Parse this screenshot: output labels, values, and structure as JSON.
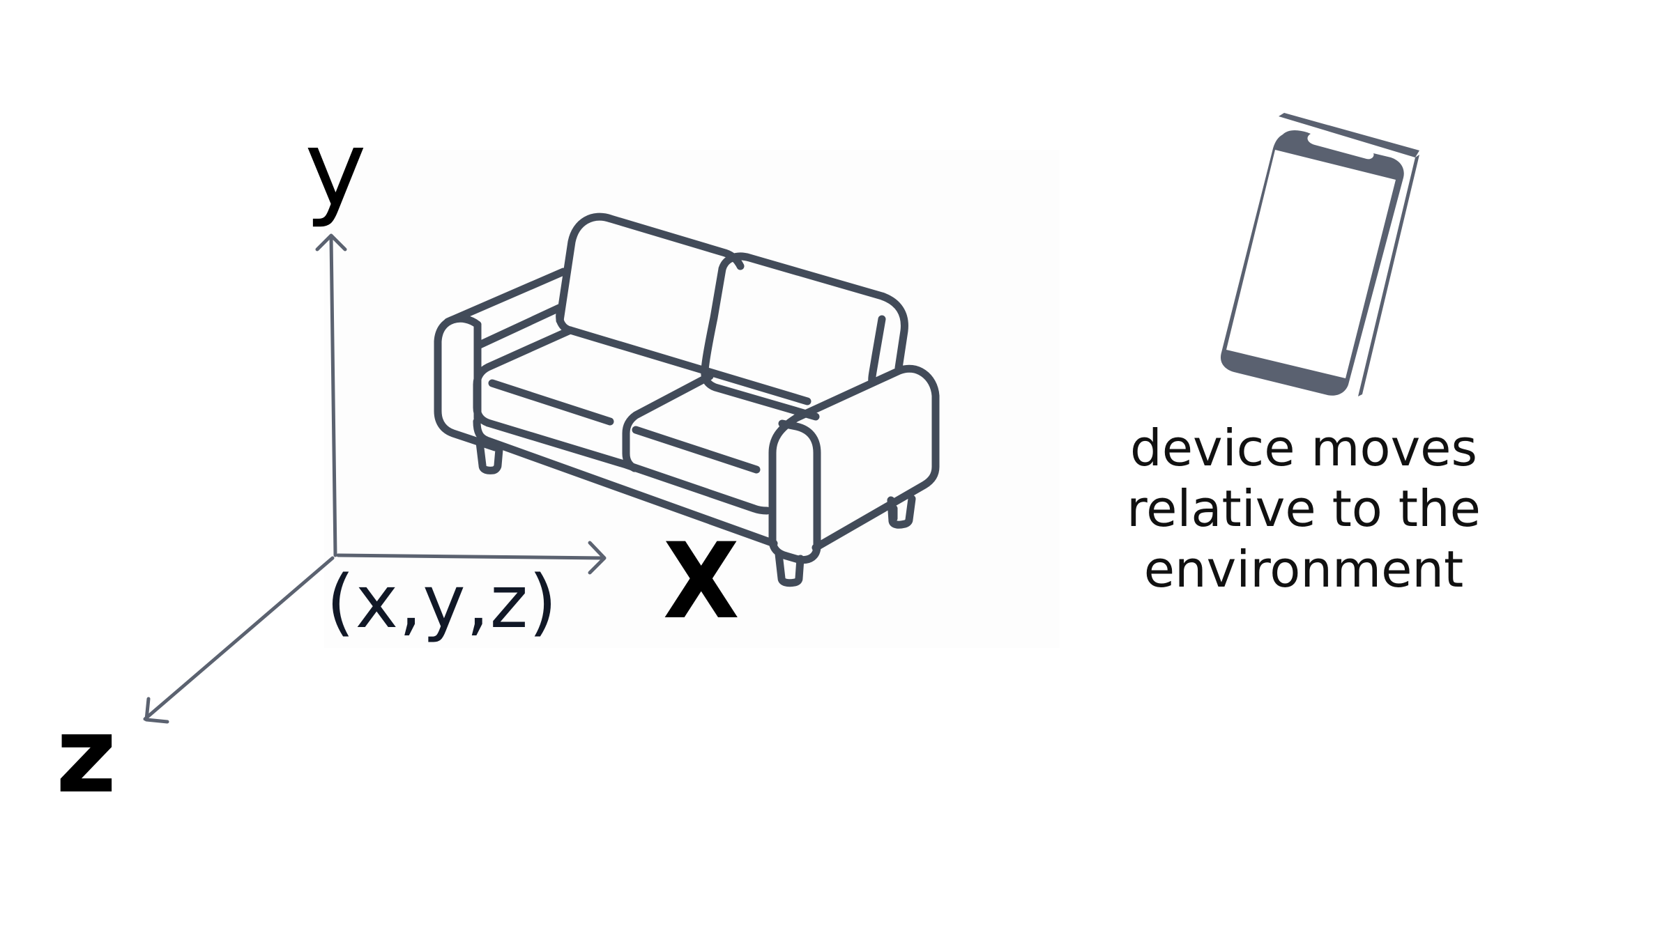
{
  "diagram": {
    "axes": {
      "x_label": "X",
      "y_label": "y",
      "z_label": "z",
      "origin_label": "(x,y,z)",
      "axis_color": "#5b6270"
    },
    "objects": {
      "environment": {
        "icon": "sofa-icon",
        "stroke_color": "#424b59"
      },
      "device": {
        "icon": "smartphone-icon",
        "color": "#5a6170"
      }
    },
    "caption": {
      "lines": [
        "device moves",
        "relative to the",
        "environment"
      ]
    }
  }
}
